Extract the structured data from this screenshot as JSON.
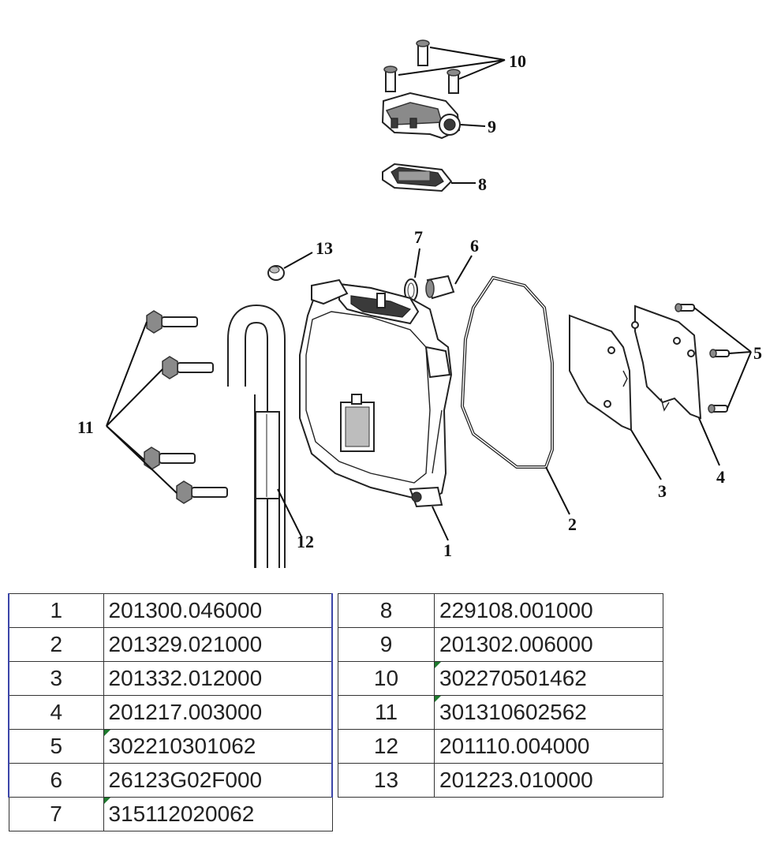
{
  "callouts": {
    "c1": "1",
    "c2": "2",
    "c3": "3",
    "c4": "4",
    "c5": "5",
    "c6": "6",
    "c7": "7",
    "c8": "8",
    "c9": "9",
    "c10": "10",
    "c11": "11",
    "c12": "12",
    "c13": "13"
  },
  "parts_table": {
    "left": [
      {
        "no": "1",
        "code": "201300.046000",
        "flag": false
      },
      {
        "no": "2",
        "code": "201329.021000",
        "flag": false
      },
      {
        "no": "3",
        "code": "201332.012000",
        "flag": false
      },
      {
        "no": "4",
        "code": "201217.003000",
        "flag": false
      },
      {
        "no": "5",
        "code": "302210301062",
        "flag": true
      },
      {
        "no": "6",
        "code": "26123G02F000",
        "flag": false
      },
      {
        "no": "7",
        "code": "315112020062",
        "flag": true
      }
    ],
    "right": [
      {
        "no": "8",
        "code": "229108.001000",
        "flag": false
      },
      {
        "no": "9",
        "code": "201302.006000",
        "flag": false
      },
      {
        "no": "10",
        "code": "302270501462",
        "flag": true
      },
      {
        "no": "11",
        "code": "301310602562",
        "flag": true
      },
      {
        "no": "12",
        "code": "201110.004000",
        "flag": false
      },
      {
        "no": "13",
        "code": "201223.010000",
        "flag": false
      }
    ]
  },
  "colors": {
    "flag": "#1e7a2e",
    "table_separator": "#3b45a8"
  }
}
